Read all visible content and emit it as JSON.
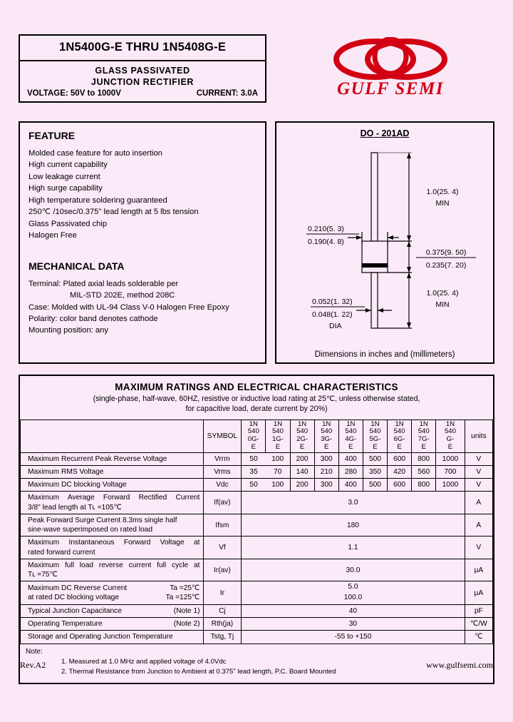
{
  "header": {
    "part_range": "1N5400G-E THRU 1N5408G-E",
    "desc_line1": "GLASS  PASSIVATED",
    "desc_line2": "JUNCTION  RECTIFIER",
    "voltage": "VOLTAGE: 50V to 1000V",
    "current": "CURRENT:  3.0A",
    "logo_text": "GULF SEMI",
    "logo_color": "#d20012"
  },
  "feature": {
    "heading": "FEATURE",
    "items": [
      "Molded case feature for auto insertion",
      "High current capability",
      "Low leakage current",
      "High surge capability",
      "High temperature soldering guaranteed",
      "250℃ /10sec/0.375\" lead length at 5 lbs tension",
      "Glass Passivated chip",
      "Halogen Free"
    ]
  },
  "mechanical": {
    "heading": "MECHANICAL DATA",
    "terminal_line1": "Terminal: Plated axial leads solderable per",
    "terminal_line2": "MIL-STD 202E, method 208C",
    "items": [
      "Case: Molded with UL-94 Class V-0 Halogen Free Epoxy",
      "Polarity: color band denotes cathode",
      "Mounting position: any"
    ]
  },
  "package": {
    "title": "DO - 201AD",
    "footnote": "Dimensions in inches and (millimeters)",
    "dim_body_width_top": "0.210(5. 3)",
    "dim_body_width_bot": "0.190(4. 8)",
    "dim_lead_top": "1.0(25. 4)",
    "dim_lead_top_min": "MIN",
    "dim_body_len_top": "0.375(9. 50)",
    "dim_body_len_bot": "0.235(7. 20)",
    "dim_lead_bot": "1.0(25. 4)",
    "dim_lead_bot_min": "MIN",
    "dim_dia_top": "0.052(1. 32)",
    "dim_dia_bot": "0.048(1. 22)",
    "dim_dia_label": "DIA"
  },
  "ratings": {
    "title": "MAXIMUM  RATINGS  AND  ELECTRICAL  CHARACTERISTICS",
    "subtitle_line1": "(single-phase, half-wave, 60HZ, resistive or inductive load rating at 25℃, unless otherwise stated,",
    "subtitle_line2": "for capacitive load, derate current by 20%)",
    "col_symbol": "SYMBOL",
    "col_units": "units",
    "parts": [
      {
        "l1": "1N",
        "l2": "540",
        "l3": "0G-",
        "l4": "E"
      },
      {
        "l1": "1N",
        "l2": "540",
        "l3": "1G-",
        "l4": "E"
      },
      {
        "l1": "1N",
        "l2": "540",
        "l3": "2G-",
        "l4": "E"
      },
      {
        "l1": "1N",
        "l2": "540",
        "l3": "3G-",
        "l4": "E"
      },
      {
        "l1": "1N",
        "l2": "540",
        "l3": "4G-",
        "l4": "E"
      },
      {
        "l1": "1N",
        "l2": "540",
        "l3": "5G-",
        "l4": "E"
      },
      {
        "l1": "1N",
        "l2": "540",
        "l3": "6G-",
        "l4": "E"
      },
      {
        "l1": "1N",
        "l2": "540",
        "l3": "7G-",
        "l4": "E"
      },
      {
        "l1": "1N",
        "l2": "540",
        "l3": "G-",
        "l4": "E"
      }
    ],
    "rows": [
      {
        "param": "Maximum Recurrent Peak Reverse Voltage",
        "symbol": "Vrrm",
        "values": [
          "50",
          "100",
          "200",
          "300",
          "400",
          "500",
          "600",
          "800",
          "1000"
        ],
        "unit": "V"
      },
      {
        "param": "Maximum RMS Voltage",
        "symbol": "Vrms",
        "values": [
          "35",
          "70",
          "140",
          "210",
          "280",
          "350",
          "420",
          "560",
          "700"
        ],
        "unit": "V"
      },
      {
        "param": "Maximum DC blocking Voltage",
        "symbol": "Vdc",
        "values": [
          "50",
          "100",
          "200",
          "300",
          "400",
          "500",
          "600",
          "800",
          "1000"
        ],
        "unit": "V"
      }
    ],
    "span_rows": [
      {
        "param_line1": "Maximum  Average  Forward  Rectified  Current",
        "param_line2": "3/8\" lead length at Tʟ =105℃",
        "symbol": "If(av)",
        "value": "3.0",
        "unit": "A"
      },
      {
        "param_line1": "Peak Forward Surge Current 8.3ms single half",
        "param_line2": "sine-wave superimposed on rated load",
        "symbol": "Ifsm",
        "value": "180",
        "unit": "A"
      },
      {
        "param_line1": "Maximum  Instantaneous  Forward  Voltage  at",
        "param_line2": "rated forward current",
        "symbol": "Vf",
        "value": "1.1",
        "unit": "V"
      },
      {
        "param_line1": "Maximum  full  load  reverse  current  full  cycle  at",
        "param_line2": "Tʟ =75℃",
        "symbol": "Ir(av)",
        "value": "30.0",
        "unit": "µA"
      }
    ],
    "ir_row": {
      "param_line1_left": "Maximum DC Reverse Current",
      "param_line1_right": "Ta =25℃",
      "param_line2_left": "at rated DC blocking voltage",
      "param_line2_right": "Ta =125℃",
      "symbol": "Ir",
      "value_line1": "5.0",
      "value_line2": "100.0",
      "unit": "µA"
    },
    "tail_rows": [
      {
        "param": "Typical Junction Capacitance",
        "note": "(Note 1)",
        "symbol": "Cj",
        "value": "40",
        "unit": "pF"
      },
      {
        "param": "Operating Temperature",
        "note": "(Note 2)",
        "symbol": "Rth(ja)",
        "value": "30",
        "unit": "℃/W"
      },
      {
        "param": "Storage and Operating Junction Temperature",
        "note": "",
        "symbol": "Tstg, Tj",
        "value": "-55 to +150",
        "unit": "℃"
      }
    ]
  },
  "notes": {
    "heading": "Note:",
    "items": [
      "1.  Measured at 1.0 MHz and applied  voltage of 4.0Vdc",
      "2.  Thermal Resistance from Junction to Ambient at 0.375\" lead length, P.C. Board Mounted"
    ]
  },
  "footer": {
    "revision": "Rev.A2",
    "website": "www.gulfsemi.com"
  }
}
